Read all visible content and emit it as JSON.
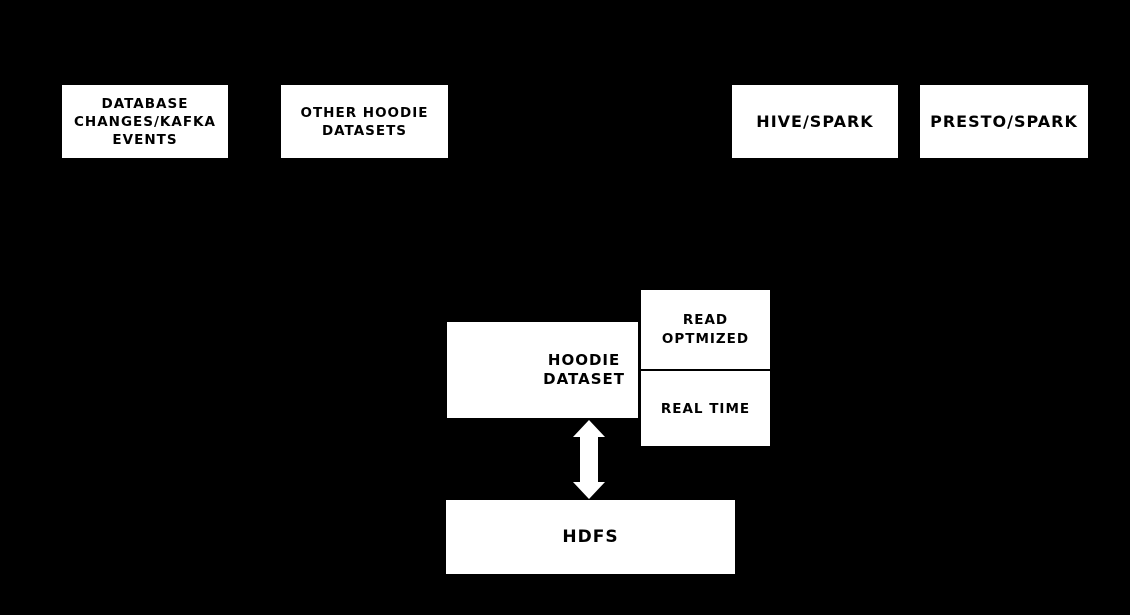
{
  "diagram": {
    "background_color": "#000000",
    "box_fill_color": "#ffffff",
    "box_text_color": "#000000",
    "arrow_color": "#ffffff",
    "nodes": {
      "database_changes": {
        "label": "DATABASE CHANGES/KAFKA EVENTS",
        "lines": [
          "DATABASE",
          "CHANGES/KAFKA",
          "EVENTS"
        ]
      },
      "other_hoodie": {
        "label": "OTHER HOODIE DATASETS",
        "lines": [
          "OTHER HOODIE",
          "DATASETS"
        ]
      },
      "hive_spark": {
        "label": "HIVE/SPARK"
      },
      "presto_spark": {
        "label": "PRESTO/SPARK"
      },
      "hoodie_dataset": {
        "label": "HOODIE DATASET",
        "lines": [
          "HOODIE",
          "DATASET"
        ]
      },
      "read_optimized": {
        "label": "READ OPTMIZED",
        "lines": [
          "READ",
          "OPTMIZED"
        ]
      },
      "real_time": {
        "label": "REAL TIME"
      },
      "hdfs": {
        "label": "HDFS"
      }
    },
    "connections": {
      "hoodie_to_hdfs": "bidirectional-vertical-arrow"
    }
  }
}
